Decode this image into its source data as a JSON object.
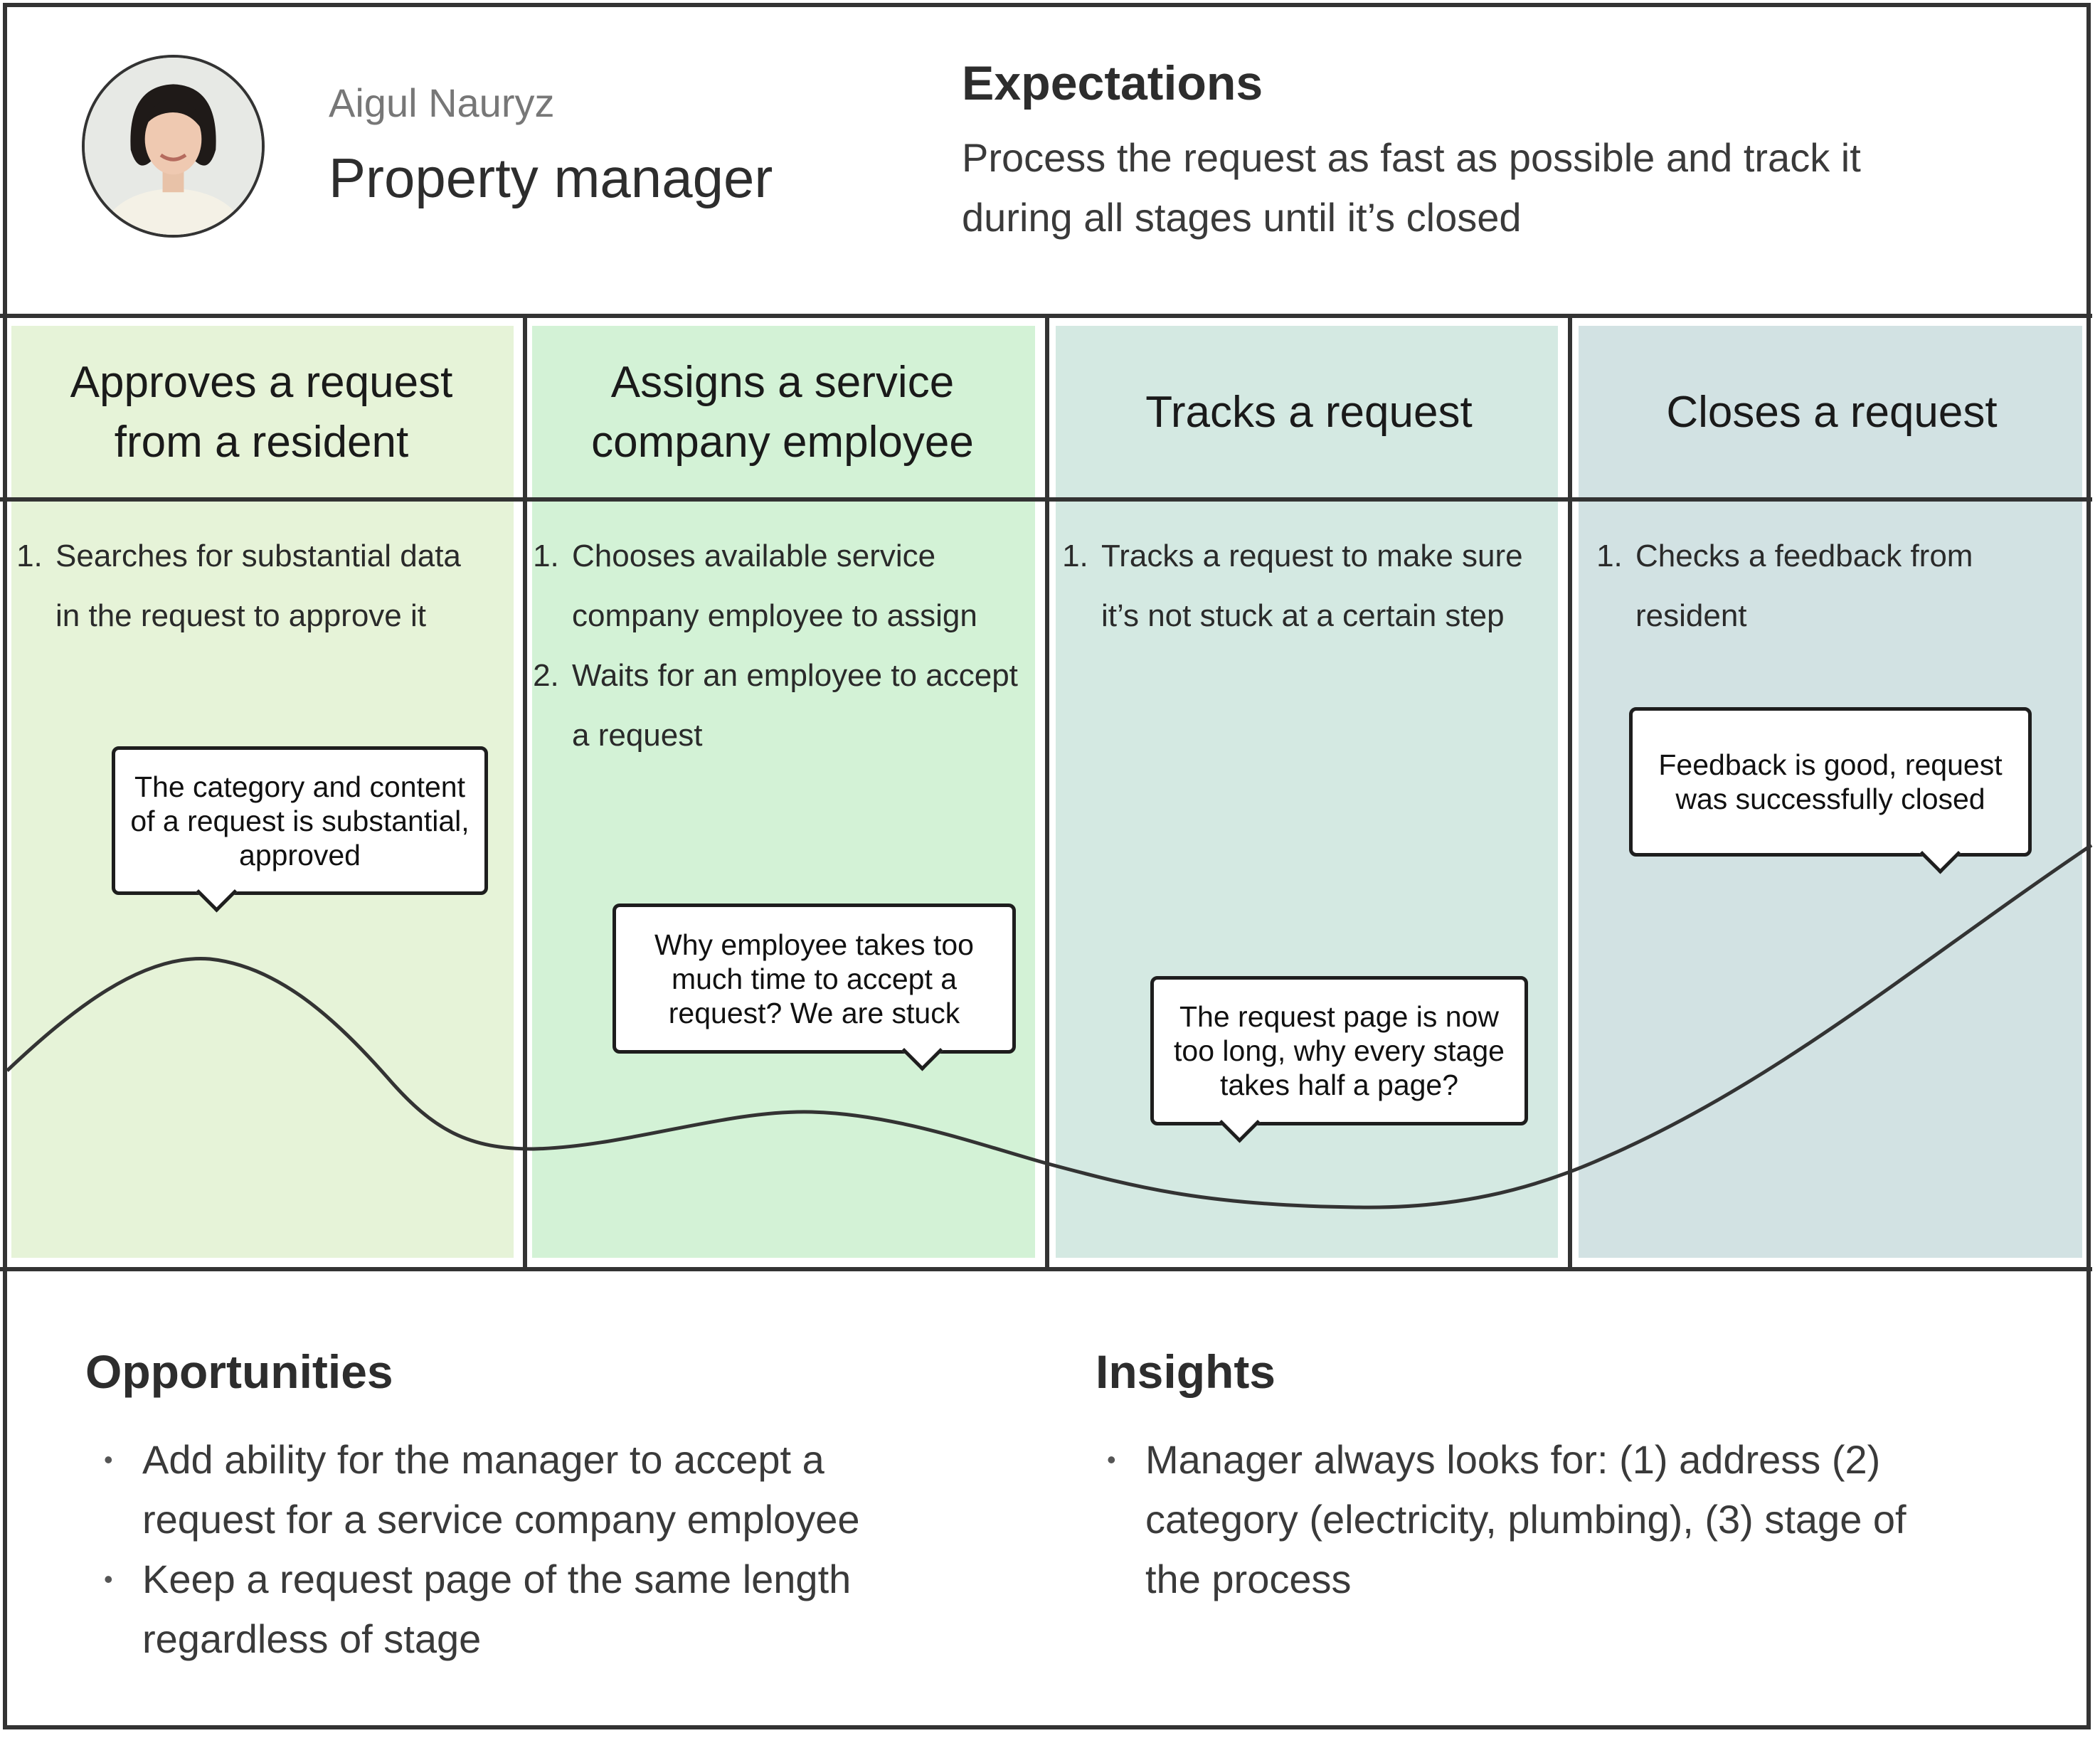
{
  "persona": {
    "name": "Aigul Nauryz",
    "role": "Property manager",
    "avatar_icon": "person-photo"
  },
  "expectations": {
    "title": "Expectations",
    "text": "Process the request as fast as possible and track it during all stages until it’s closed"
  },
  "colors": {
    "stage1": "#e6f3d8",
    "stage2": "#d3f2d6",
    "stage3": "#d4e9e2",
    "stage4": "#d2e2e3",
    "line": "#333333"
  },
  "stages": [
    {
      "title": "Approves a request from a resident",
      "steps": [
        "Searches for substantial data in the request to approve it"
      ],
      "note": "The category and content of a request is substantial, approved"
    },
    {
      "title": "Assigns a service company employee",
      "steps": [
        "Chooses available service company employee to assign",
        "Waits for an employee to accept a request"
      ],
      "note": "Why employee takes too much time to accept a request? We are stuck"
    },
    {
      "title": "Tracks a request",
      "steps": [
        "Tracks a request to make sure it’s not stuck at a certain step"
      ],
      "note": "The request page is now too long, why every stage takes half a page?"
    },
    {
      "title": "Closes a request",
      "steps": [
        "Checks a feedback from resident"
      ],
      "note": "Feedback is good, request was successfully closed"
    }
  ],
  "opportunities": {
    "title": "Opportunities",
    "items": [
      "Add ability for the manager to accept a request for a service company employee",
      "Keep a request page of the same length regardless of stage"
    ]
  },
  "insights": {
    "title": "Insights",
    "items": [
      "Manager always looks for: (1) address (2) category (electricity, plumbing), (3) stage of the process"
    ]
  }
}
